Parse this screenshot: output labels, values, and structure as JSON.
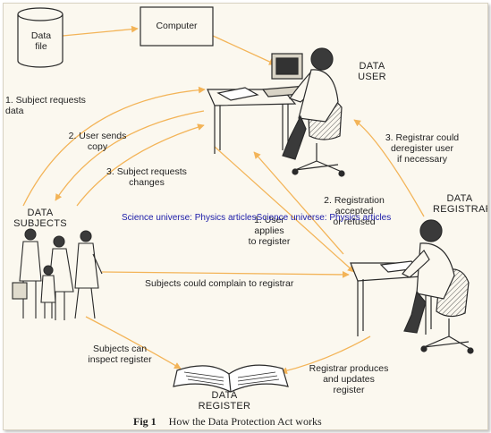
{
  "data_file": "Data\nfile",
  "computer": "Computer",
  "data_user": "DATA\nUSER",
  "data_subjects": "DATA\nSUBJECTS",
  "data_registrar": "DATA\nREGISTRAR",
  "data_register": "DATA\nREGISTER",
  "arrows": {
    "subject_requests_data": "1. Subject requests\ndata",
    "user_sends_copy": "2. User sends\ncopy",
    "subject_requests_changes": "3. Subject requests\nchanges",
    "user_applies": "1. User applies\nto register",
    "registration": "2. Registration\naccepted\nor refused",
    "deregister": "3. Registrar could\nderegister user\nif necessary",
    "complain": "Subjects could complain to registrar",
    "inspect": "Subjects can\ninspect register",
    "produces": "Registrar produces\nand updates\nregister"
  },
  "watermark": "Science universe: Physics articlesScience universe: Physics articles",
  "caption": {
    "figure": "Fig 1",
    "title": "How the Data Protection Act works"
  },
  "colors": {
    "arrow": "#f3b458",
    "ink": "#2a2a2a",
    "watermark": "#1a1aa8"
  }
}
